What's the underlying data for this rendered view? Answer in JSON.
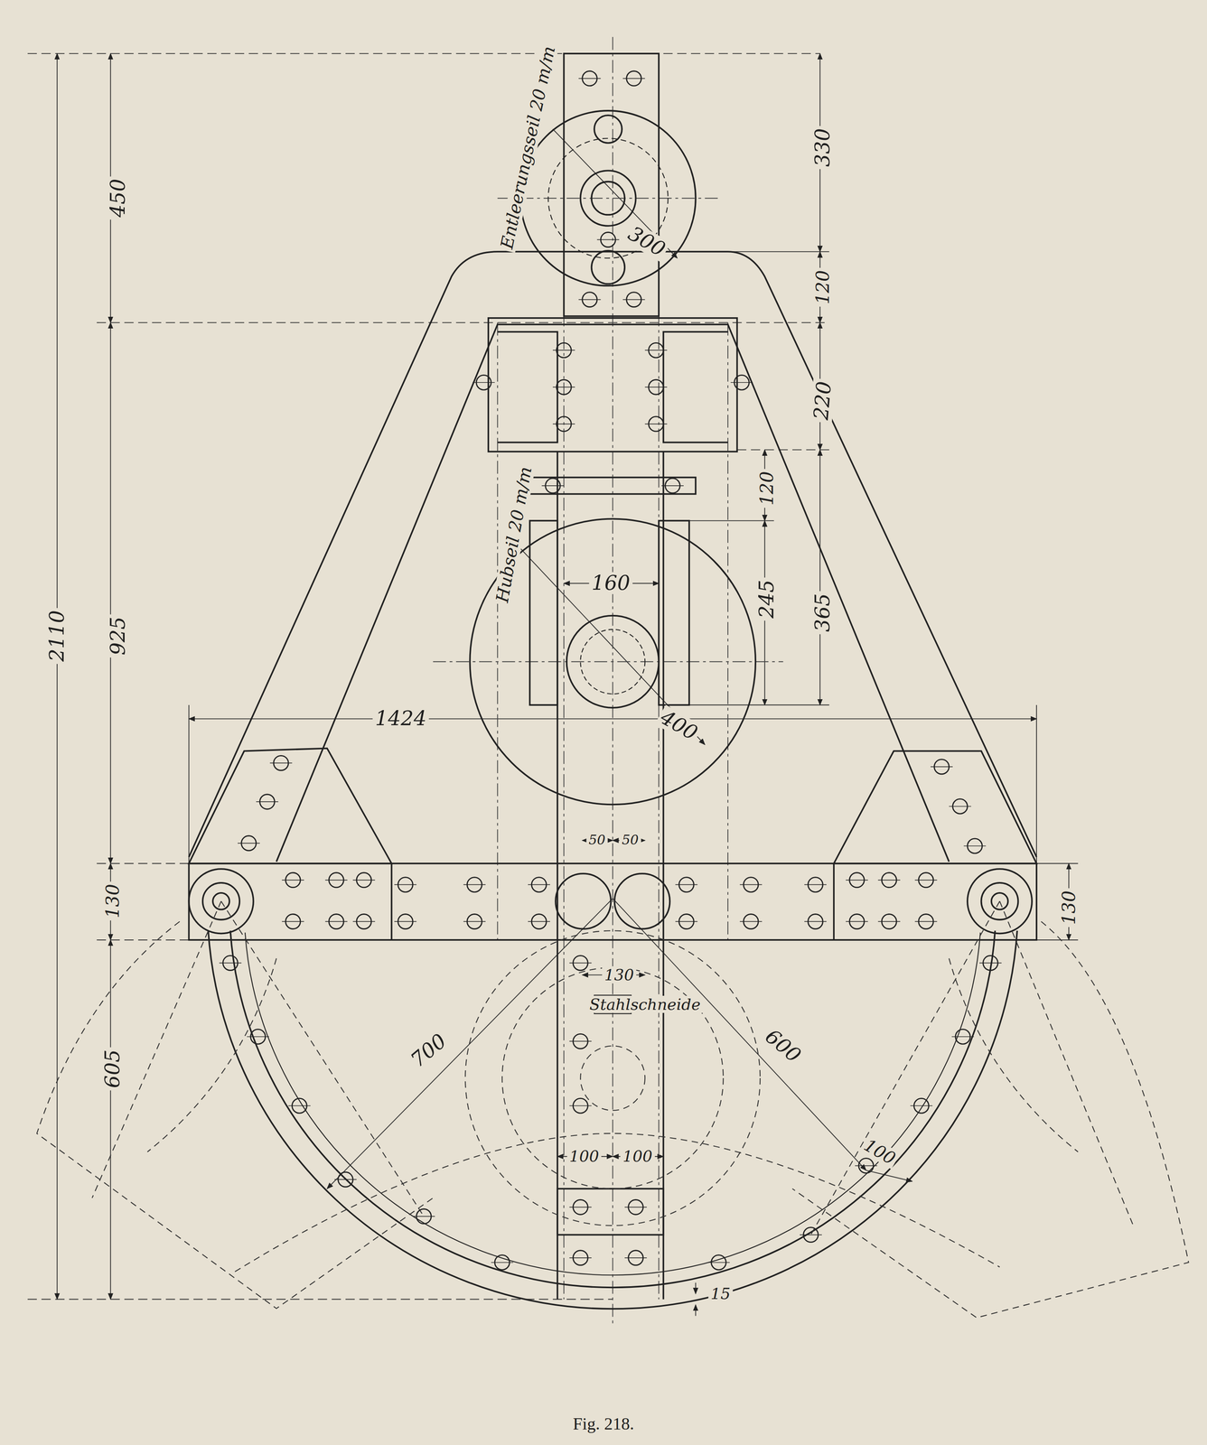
{
  "diagram": {
    "caption": "Fig. 218.",
    "labels": [
      "Entleerungsseil 20 m/m",
      "300",
      "450",
      "925",
      "2110",
      "605",
      "130",
      "330",
      "120",
      "220",
      "120",
      "245",
      "365",
      "130",
      "Hubseil 20 m/m",
      "160",
      "400",
      "1424",
      "50",
      "50",
      "130",
      "Stahlschneide",
      "700",
      "600",
      "100",
      "100",
      "100",
      "15"
    ]
  }
}
